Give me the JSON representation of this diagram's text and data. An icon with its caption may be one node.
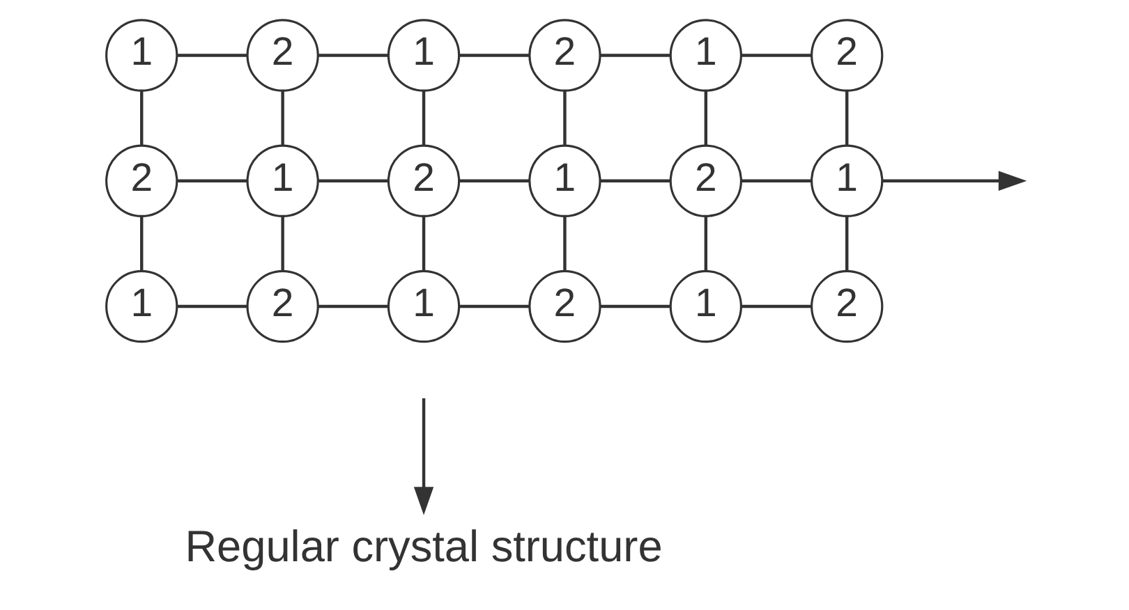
{
  "diagram": {
    "nodes": [
      {
        "text": [
          "1"
        ]
      },
      {
        "text": [
          "2"
        ]
      },
      {
        "text": [
          "1"
        ]
      },
      {
        "text": [
          "2"
        ]
      },
      {
        "text": [
          "1"
        ]
      },
      {
        "text": [
          "2"
        ]
      },
      {
        "text": [
          "2"
        ]
      },
      {
        "text": [
          "1"
        ]
      },
      {
        "text": [
          "2"
        ]
      },
      {
        "text": [
          "1"
        ]
      },
      {
        "text": [
          "2"
        ]
      },
      {
        "text": [
          "1"
        ]
      },
      {
        "text": [
          "1"
        ]
      },
      {
        "text": [
          "2"
        ]
      },
      {
        "text": [
          "1"
        ]
      },
      {
        "text": [
          "2"
        ]
      },
      {
        "text": [
          "1"
        ]
      },
      {
        "text": [
          "2"
        ]
      },
      {
        "text": [
          "Regular crystal structure"
        ]
      }
    ],
    "edges": [
      {
        "from": 0,
        "to": 1,
        "arrow": "none"
      },
      {
        "from": 1,
        "to": 2,
        "arrow": "none"
      },
      {
        "from": 2,
        "to": 3,
        "arrow": "none"
      },
      {
        "from": 3,
        "to": 4,
        "arrow": "none"
      },
      {
        "from": 4,
        "to": 5,
        "arrow": "none"
      },
      {
        "from": 6,
        "to": 7,
        "arrow": "none"
      },
      {
        "from": 7,
        "to": 8,
        "arrow": "none"
      },
      {
        "from": 8,
        "to": 9,
        "arrow": "none"
      },
      {
        "from": 9,
        "to": 10,
        "arrow": "none"
      },
      {
        "from": 10,
        "to": 11,
        "arrow": "none"
      },
      {
        "from": 12,
        "to": 13,
        "arrow": "none"
      },
      {
        "from": 13,
        "to": 14,
        "arrow": "none"
      },
      {
        "from": 14,
        "to": 15,
        "arrow": "none"
      },
      {
        "from": 15,
        "to": 16,
        "arrow": "none"
      },
      {
        "from": 16,
        "to": 17,
        "arrow": "none"
      },
      {
        "from": 0,
        "to": 6,
        "arrow": "none"
      },
      {
        "from": 1,
        "to": 7,
        "arrow": "none"
      },
      {
        "from": 2,
        "to": 8,
        "arrow": "none"
      },
      {
        "from": 3,
        "to": 9,
        "arrow": "none"
      },
      {
        "from": 4,
        "to": 10,
        "arrow": "none"
      },
      {
        "from": 5,
        "to": 11,
        "arrow": "none"
      },
      {
        "from": 6,
        "to": 12,
        "arrow": "none"
      },
      {
        "from": 7,
        "to": 13,
        "arrow": "none"
      },
      {
        "from": 8,
        "to": 14,
        "arrow": "none"
      },
      {
        "from": 9,
        "to": 15,
        "arrow": "none"
      },
      {
        "from": 10,
        "to": 16,
        "arrow": "none"
      },
      {
        "from": 11,
        "to": 17,
        "arrow": "none"
      },
      {
        "from": 11,
        "to": null,
        "arrow": "to"
      },
      {
        "from": null,
        "to": 18,
        "arrow": "to"
      }
    ]
  }
}
